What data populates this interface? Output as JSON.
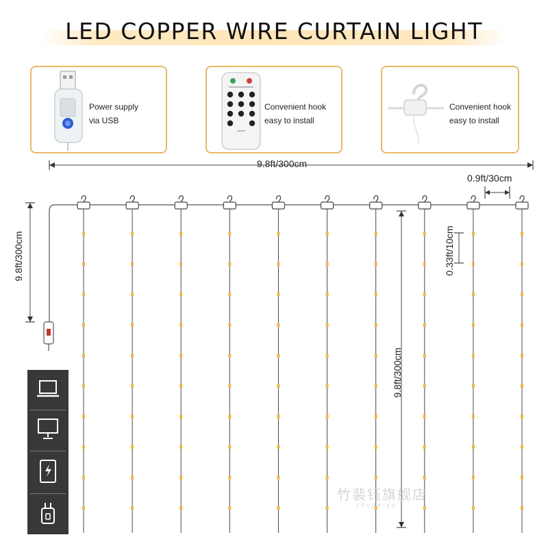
{
  "title": "LED COPPER WIRE CURTAIN LIGHT",
  "features": [
    {
      "line1": "Power supply",
      "line2": "via USB",
      "icon": "usb-plug-icon"
    },
    {
      "line1": "Convenient hook",
      "line2": "easy to install",
      "icon": "remote-control-icon"
    },
    {
      "line1": "Convenient hook",
      "line2": "easy to install",
      "icon": "hook-connector-icon"
    }
  ],
  "dimensions": {
    "width": "9.8ft/300cm",
    "strand_spacing": "0.9ft/30cm",
    "height_left": "9.8ft/300cm",
    "strand_length": "9.8ft/300cm",
    "led_spacing": "0.33ft/10cm"
  },
  "curtain": {
    "strand_count": 10
  },
  "power_options": [
    "laptop-icon",
    "monitor-icon",
    "power-bank-icon",
    "wall-adapter-icon"
  ],
  "watermark": {
    "text": "竹裴钰旗舰店",
    "sub": "zhupeiyu"
  },
  "colors": {
    "accent": "#e8b96a",
    "led": "#f0b54a",
    "title_band": "#ffe6b8"
  }
}
